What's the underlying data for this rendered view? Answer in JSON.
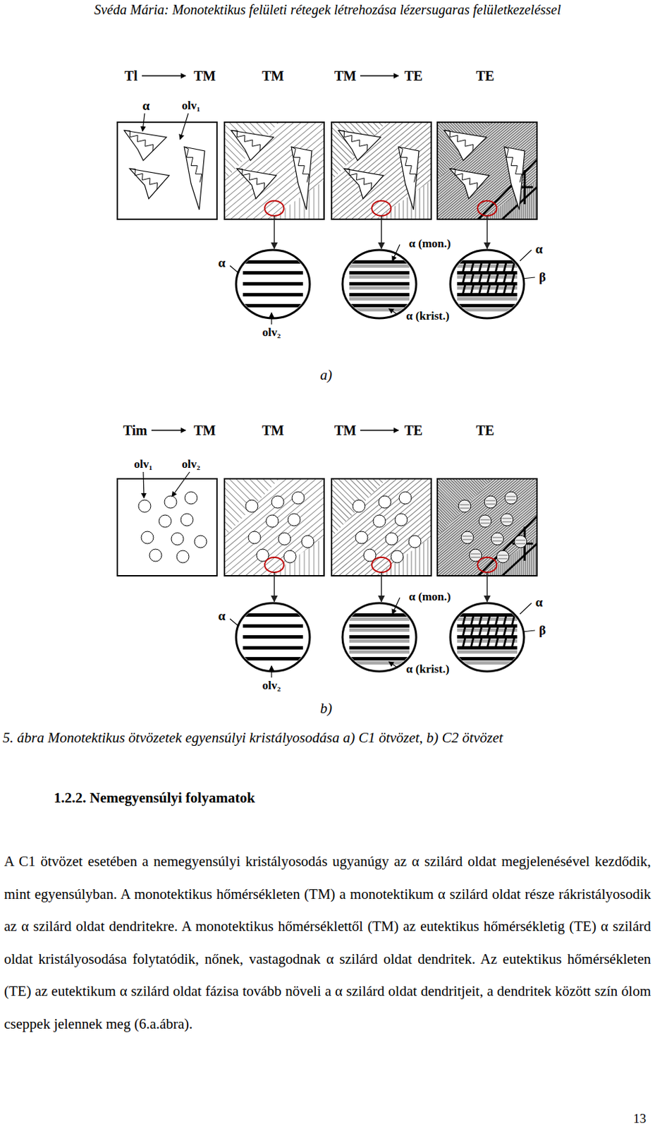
{
  "diagram": {
    "caption": "5. ábra Monotektikus ötvözetek egyensúlyi kristályosodása a) C1 ötvözet, b) C2 ötvözet",
    "labels": [
      "Svéda Mária: Monotektikus felületi rétegek létrehozása lézersugaras felületkezeléssel",
      "Tl",
      "TM",
      "TM",
      "TM",
      "TE",
      "TE",
      "α",
      "olv₁",
      "α",
      "olv₂",
      "α (mon.)",
      "α (krist.)",
      "α",
      "β",
      "a)",
      "Tim",
      "TM",
      "TM",
      "TM",
      "TE",
      "TE",
      "olv₁",
      "olv₂",
      "α",
      "olv₂",
      "α (mon.)",
      "α (krist.)",
      "α",
      "β",
      "b)",
      "1.2.2. Nemegyensúlyi folyamatok",
      "A C1 ötvözet esetében a nemegyensúlyi kristályosodás ugyanúgy az α szilárd oldat megjelenésével kezdődik, mint egyensúlyban. A monotektikus hőmérsékleten (TM) a monotektikum α szilárd oldat része rákristályosodik az α szilárd oldat dendritekre. A monotektikus hőmérséklettől (TM) az eutektikus hőmérsékletig (TE) α szilárd oldat kristályosodása folytatódik, nőnek, vastagodnak α szilárd oldat dendritek. Az eutektikus hőmérsékleten (TE) az eutektikum α szilárd oldat fázisa tovább növeli a α szilárd oldat dendritjeit, a dendritek között szín ólom cseppek jelennek meg (6.a.ábra).",
      "13"
    ]
  }
}
